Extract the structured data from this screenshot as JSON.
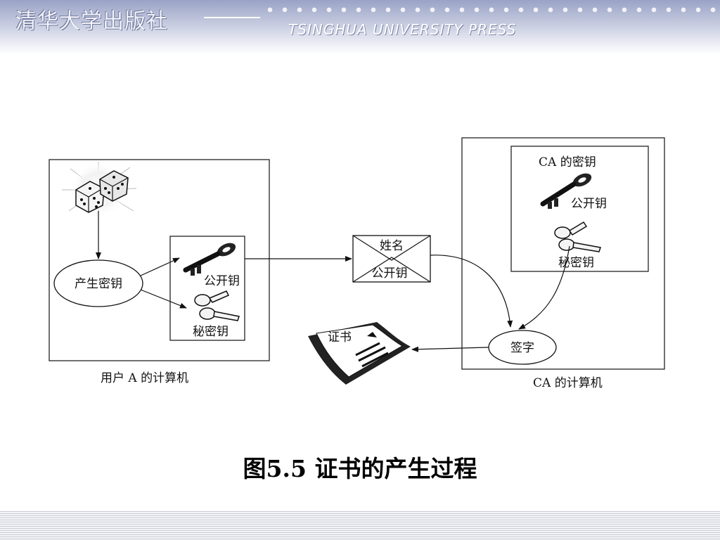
{
  "header": {
    "publisher_cn": "清华大学出版社",
    "publisher_en": "TSINGHUA UNIVERSITY PRESS"
  },
  "diagram": {
    "user_computer_label": "用户 A 的计算机",
    "generate_keys_label": "产生密钥",
    "user_public_key_label": "公开钥",
    "user_private_key_label": "秘密钥",
    "envelope_name_label": "姓名",
    "envelope_public_key_label": "公开钥",
    "ca_keys_title": "CA 的密钥",
    "ca_public_key_label": "公开钥",
    "ca_private_key_label": "秘密钥",
    "sign_label": "签字",
    "certificate_label": "证书",
    "ca_computer_label": "CA 的计算机"
  },
  "caption": "图5.5 证书的产生过程"
}
